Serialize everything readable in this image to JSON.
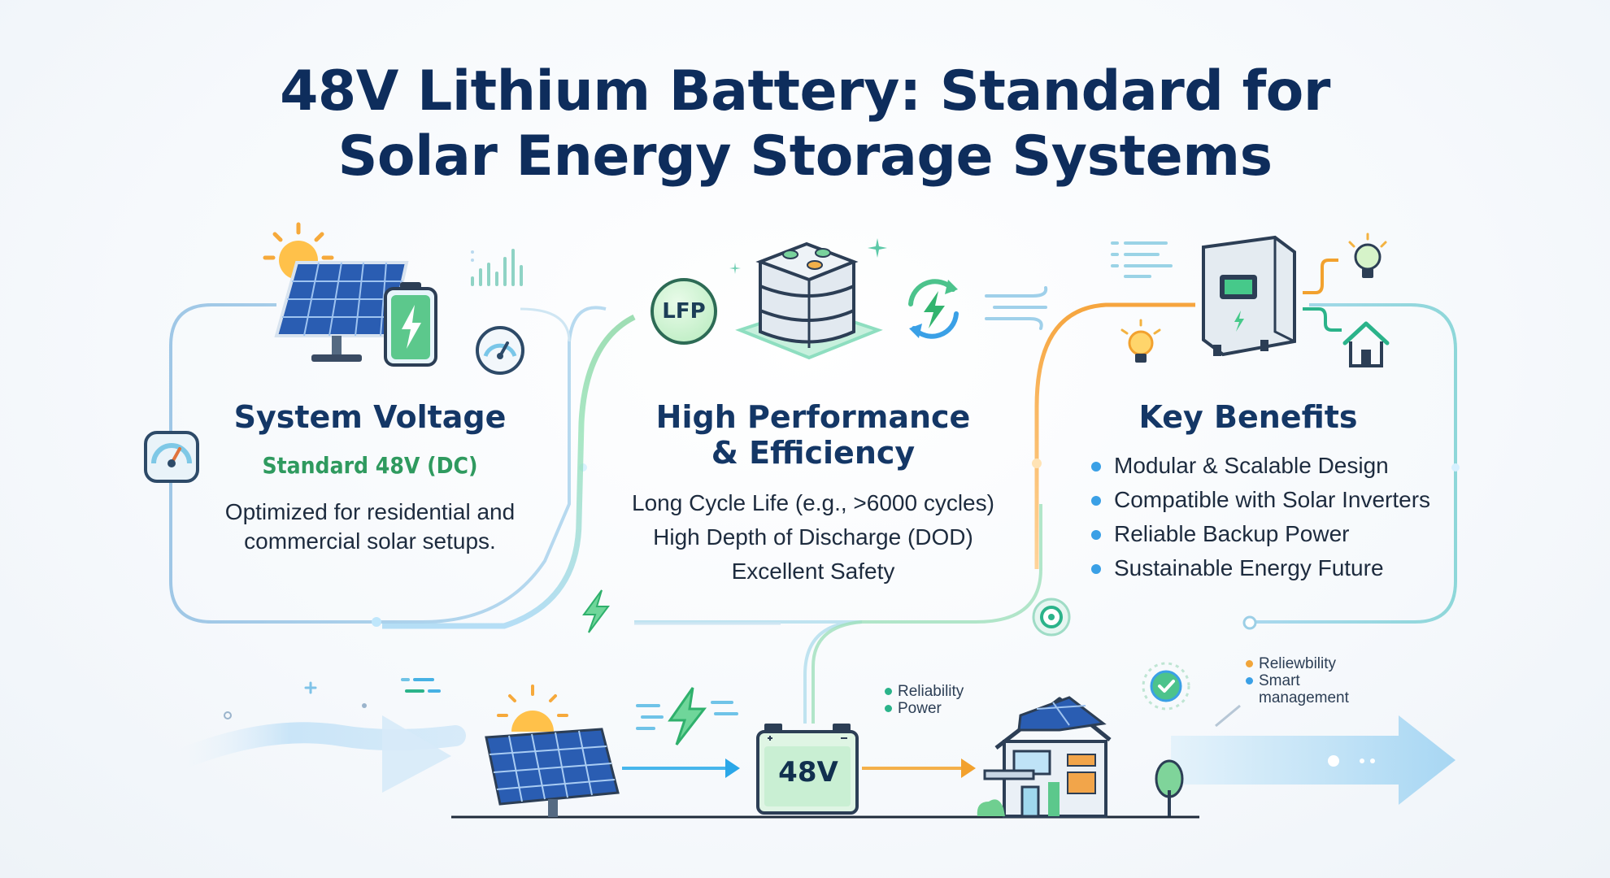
{
  "header": {
    "title_line1": "48V Lithium Battery: Standard for",
    "title_line2": "Solar Energy Storage Systems"
  },
  "system_voltage": {
    "heading": "System Voltage",
    "subheading": "Standard 48V (DC)",
    "body_line1": "Optimized for residential and",
    "body_line2": "commercial solar setups."
  },
  "performance": {
    "heading_line1": "High Performance",
    "heading_line2": "& Efficiency",
    "badge": "LFP",
    "items": [
      "Long Cycle Life (e.g., >6000 cycles)",
      "High Depth of Discharge (DOD)",
      "Excellent Safety"
    ]
  },
  "benefits": {
    "heading": "Key Benefits",
    "items": [
      "Modular & Scalable Design",
      "Compatible with Solar Inverters",
      "Reliable Backup Power",
      "Sustainable Energy Future"
    ]
  },
  "flow": {
    "battery_label": "48V",
    "legend_left": [
      "Reliability",
      "Power"
    ],
    "legend_right": [
      "Reliewbility",
      "Smart",
      "management"
    ]
  },
  "colors": {
    "title": "#0e2d5c",
    "heading": "#143766",
    "accent_green": "#2f9a5f",
    "accent_blue": "#3aa0e6",
    "accent_orange": "#f1a53a"
  },
  "icons": [
    "sun-icon",
    "solar-panel-icon",
    "battery-charge-icon",
    "bar-chart-icon",
    "gauge-icon",
    "battery-stack-icon",
    "recycle-bolt-icon",
    "wind-icon",
    "list-icon",
    "inverter-icon",
    "lightbulb-icon",
    "house-icon",
    "bolt-icon",
    "target-icon",
    "check-badge-icon",
    "tree-icon"
  ]
}
